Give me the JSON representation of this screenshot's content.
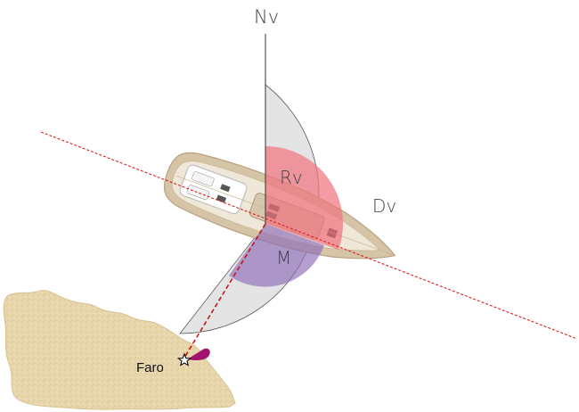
{
  "labels": {
    "north": "Nv",
    "true_heading": "Rv",
    "deviation": "Dv",
    "magnetic": "M",
    "lighthouse": "Faro"
  },
  "colors": {
    "deviation_sector": "#e3e3e3",
    "heading_sector": "#f28a95",
    "magnetic_sector": "#a286c6",
    "course_line": "#dd1f1f",
    "land": "#e8d6ad",
    "lighthouse_beam": "#a0146e",
    "hull": "#cdb99a"
  }
}
